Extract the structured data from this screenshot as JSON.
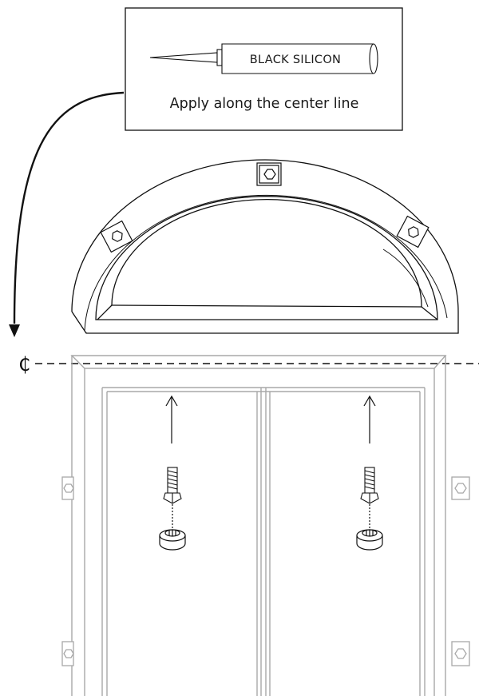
{
  "callout": {
    "tube_label": "BLACK SILICON",
    "instruction": "Apply along the center line"
  },
  "centerline": {
    "symbol": "₵"
  },
  "colors": {
    "ink": "#111111",
    "frame_grey": "#a8a8a8"
  },
  "icons": [
    "silicone-tube-icon",
    "arrow-curved",
    "arrow-up-icon",
    "bolt-icon",
    "cap-nut-icon",
    "hex-bracket-icon"
  ]
}
